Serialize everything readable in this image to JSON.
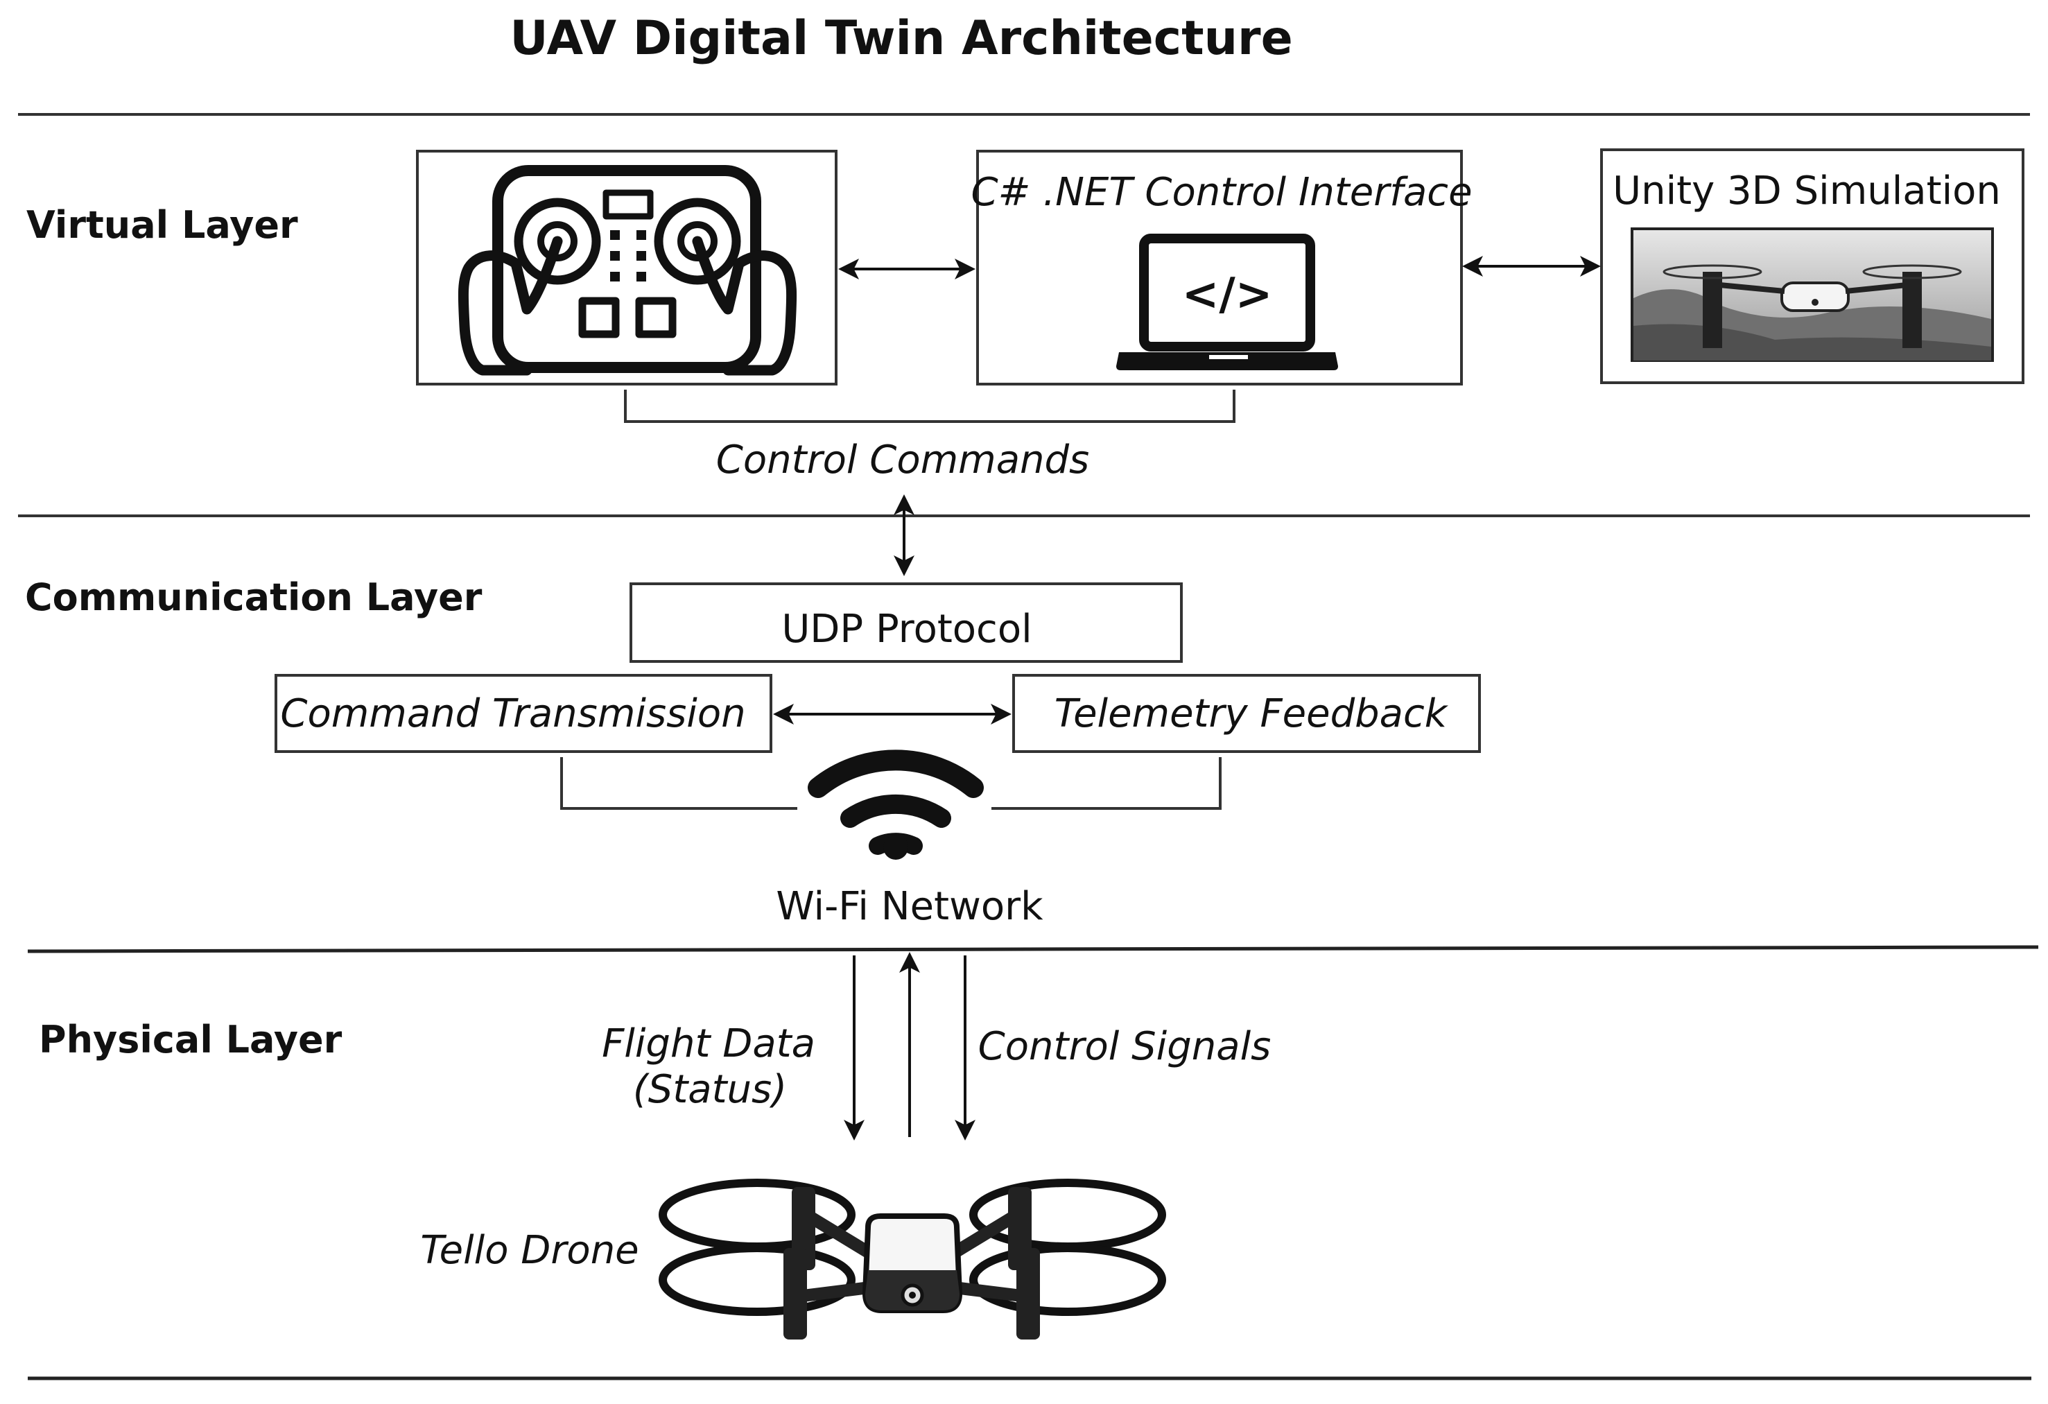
{
  "title": "UAV Digital Twin Architecture",
  "layers": {
    "virtual": "Virtual Layer",
    "communication": "Communication Layer",
    "physical": "Physical Layer"
  },
  "virtual": {
    "interface_label": "C# .NET Control Interface",
    "simulation_label": "Unity 3D Simulation",
    "control_commands": "Control Commands"
  },
  "communication": {
    "udp": "UDP Protocol",
    "command_transmission": "Command Transmission",
    "telemetry_feedback": "Telemetry Feedback",
    "wifi": "Wi-Fi Network"
  },
  "physical": {
    "flight_data_1": "Flight Data",
    "flight_data_2": "(Status)",
    "control_signals": "Control Signals",
    "drone": "Tello Drone"
  },
  "icons": [
    "gamepad-hands-icon",
    "laptop-code-icon",
    "wifi-icon",
    "drone-icon"
  ]
}
